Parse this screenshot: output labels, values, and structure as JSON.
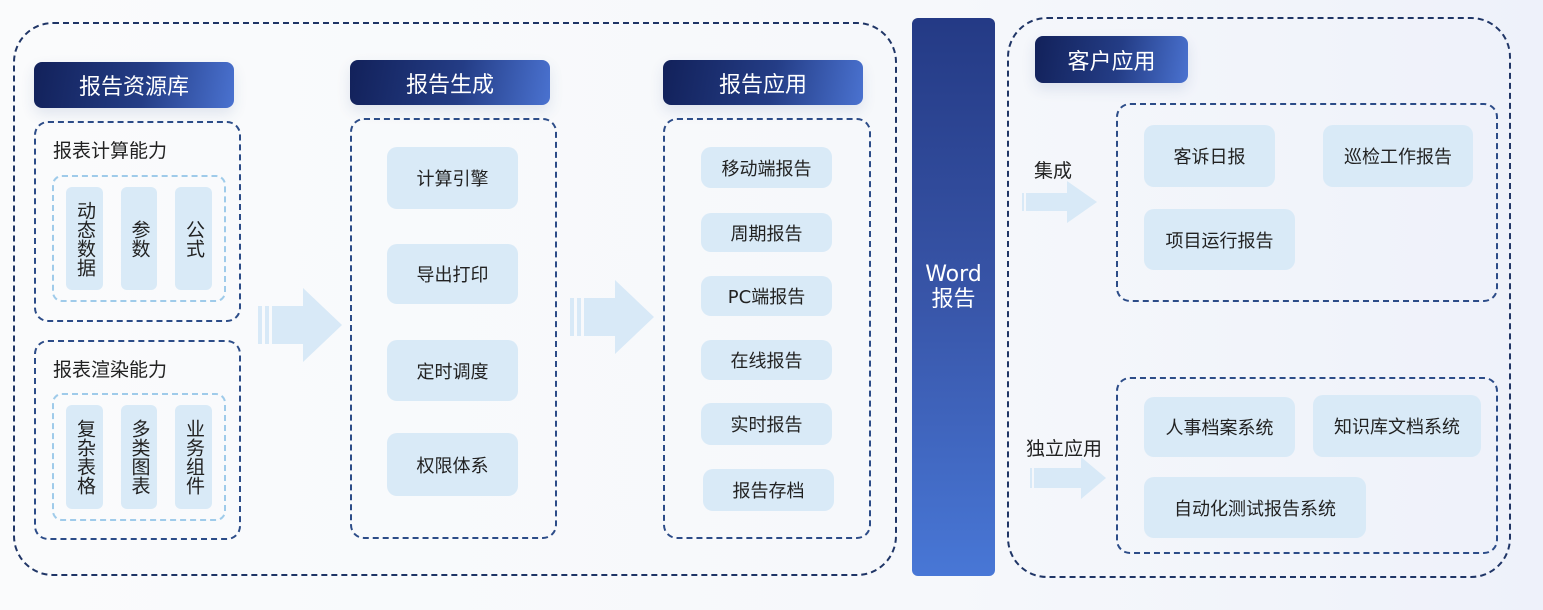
{
  "colors": {
    "header_dark": "#12215a",
    "header_light": "#4a72d0",
    "chip_fill": "#d9eaf7",
    "arrow_fill": "#d8e9f7",
    "dash_dark": "#1f3566"
  },
  "resource_library": {
    "title": "报告资源库",
    "compute": {
      "label": "报表计算能力",
      "items": [
        "动态数据",
        "参数",
        "公式"
      ]
    },
    "render": {
      "label": "报表渲染能力",
      "items": [
        "复杂表格",
        "多类图表",
        "业务组件"
      ]
    }
  },
  "generation": {
    "title": "报告生成",
    "items": [
      "计算引擎",
      "导出打印",
      "定时调度",
      "权限体系"
    ]
  },
  "application": {
    "title": "报告应用",
    "items": [
      "移动端报告",
      "周期报告",
      "PC端报告",
      "在线报告",
      "实时报告",
      "报告存档"
    ]
  },
  "word_report": {
    "line1": "Word",
    "line2": "报告"
  },
  "customer": {
    "title": "客户应用",
    "integrate": {
      "label": "集成",
      "items": [
        "客诉日报",
        "巡检工作报告",
        "项目运行报告"
      ]
    },
    "standalone": {
      "label": "独立应用",
      "items": [
        "人事档案系统",
        "知识库文档系统",
        "自动化测试报告系统"
      ]
    }
  },
  "icons": {
    "flow_arrow": "arrow-right-icon"
  }
}
